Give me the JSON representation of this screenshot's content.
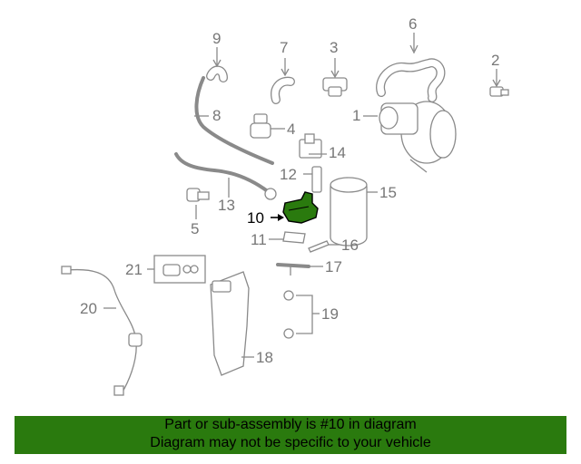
{
  "callouts": [
    {
      "id": "1",
      "text": "1",
      "highlighted": false
    },
    {
      "id": "2",
      "text": "2",
      "highlighted": false
    },
    {
      "id": "3",
      "text": "3",
      "highlighted": false
    },
    {
      "id": "4",
      "text": "4",
      "highlighted": false
    },
    {
      "id": "5",
      "text": "5",
      "highlighted": false
    },
    {
      "id": "6",
      "text": "6",
      "highlighted": false
    },
    {
      "id": "7",
      "text": "7",
      "highlighted": false
    },
    {
      "id": "8",
      "text": "8",
      "highlighted": false
    },
    {
      "id": "9",
      "text": "9",
      "highlighted": false
    },
    {
      "id": "10",
      "text": "10",
      "highlighted": true
    },
    {
      "id": "11",
      "text": "11",
      "highlighted": false
    },
    {
      "id": "12",
      "text": "12",
      "highlighted": false
    },
    {
      "id": "13",
      "text": "13",
      "highlighted": false
    },
    {
      "id": "14",
      "text": "14",
      "highlighted": false
    },
    {
      "id": "15",
      "text": "15",
      "highlighted": false
    },
    {
      "id": "16",
      "text": "16",
      "highlighted": false
    },
    {
      "id": "17",
      "text": "17",
      "highlighted": false
    },
    {
      "id": "18",
      "text": "18",
      "highlighted": false
    },
    {
      "id": "19",
      "text": "19",
      "highlighted": false
    },
    {
      "id": "20",
      "text": "20",
      "highlighted": false
    },
    {
      "id": "21",
      "text": "21",
      "highlighted": false
    }
  ],
  "footer": {
    "line1": "Part or sub-assembly is #10 in diagram",
    "line2": "Diagram may not be specific to your vehicle"
  },
  "colors": {
    "highlight_part": "#2a7a0e",
    "footer_background": "#2a7a0e",
    "line_art": "#8a8a8a",
    "callout_text": "#777777"
  }
}
